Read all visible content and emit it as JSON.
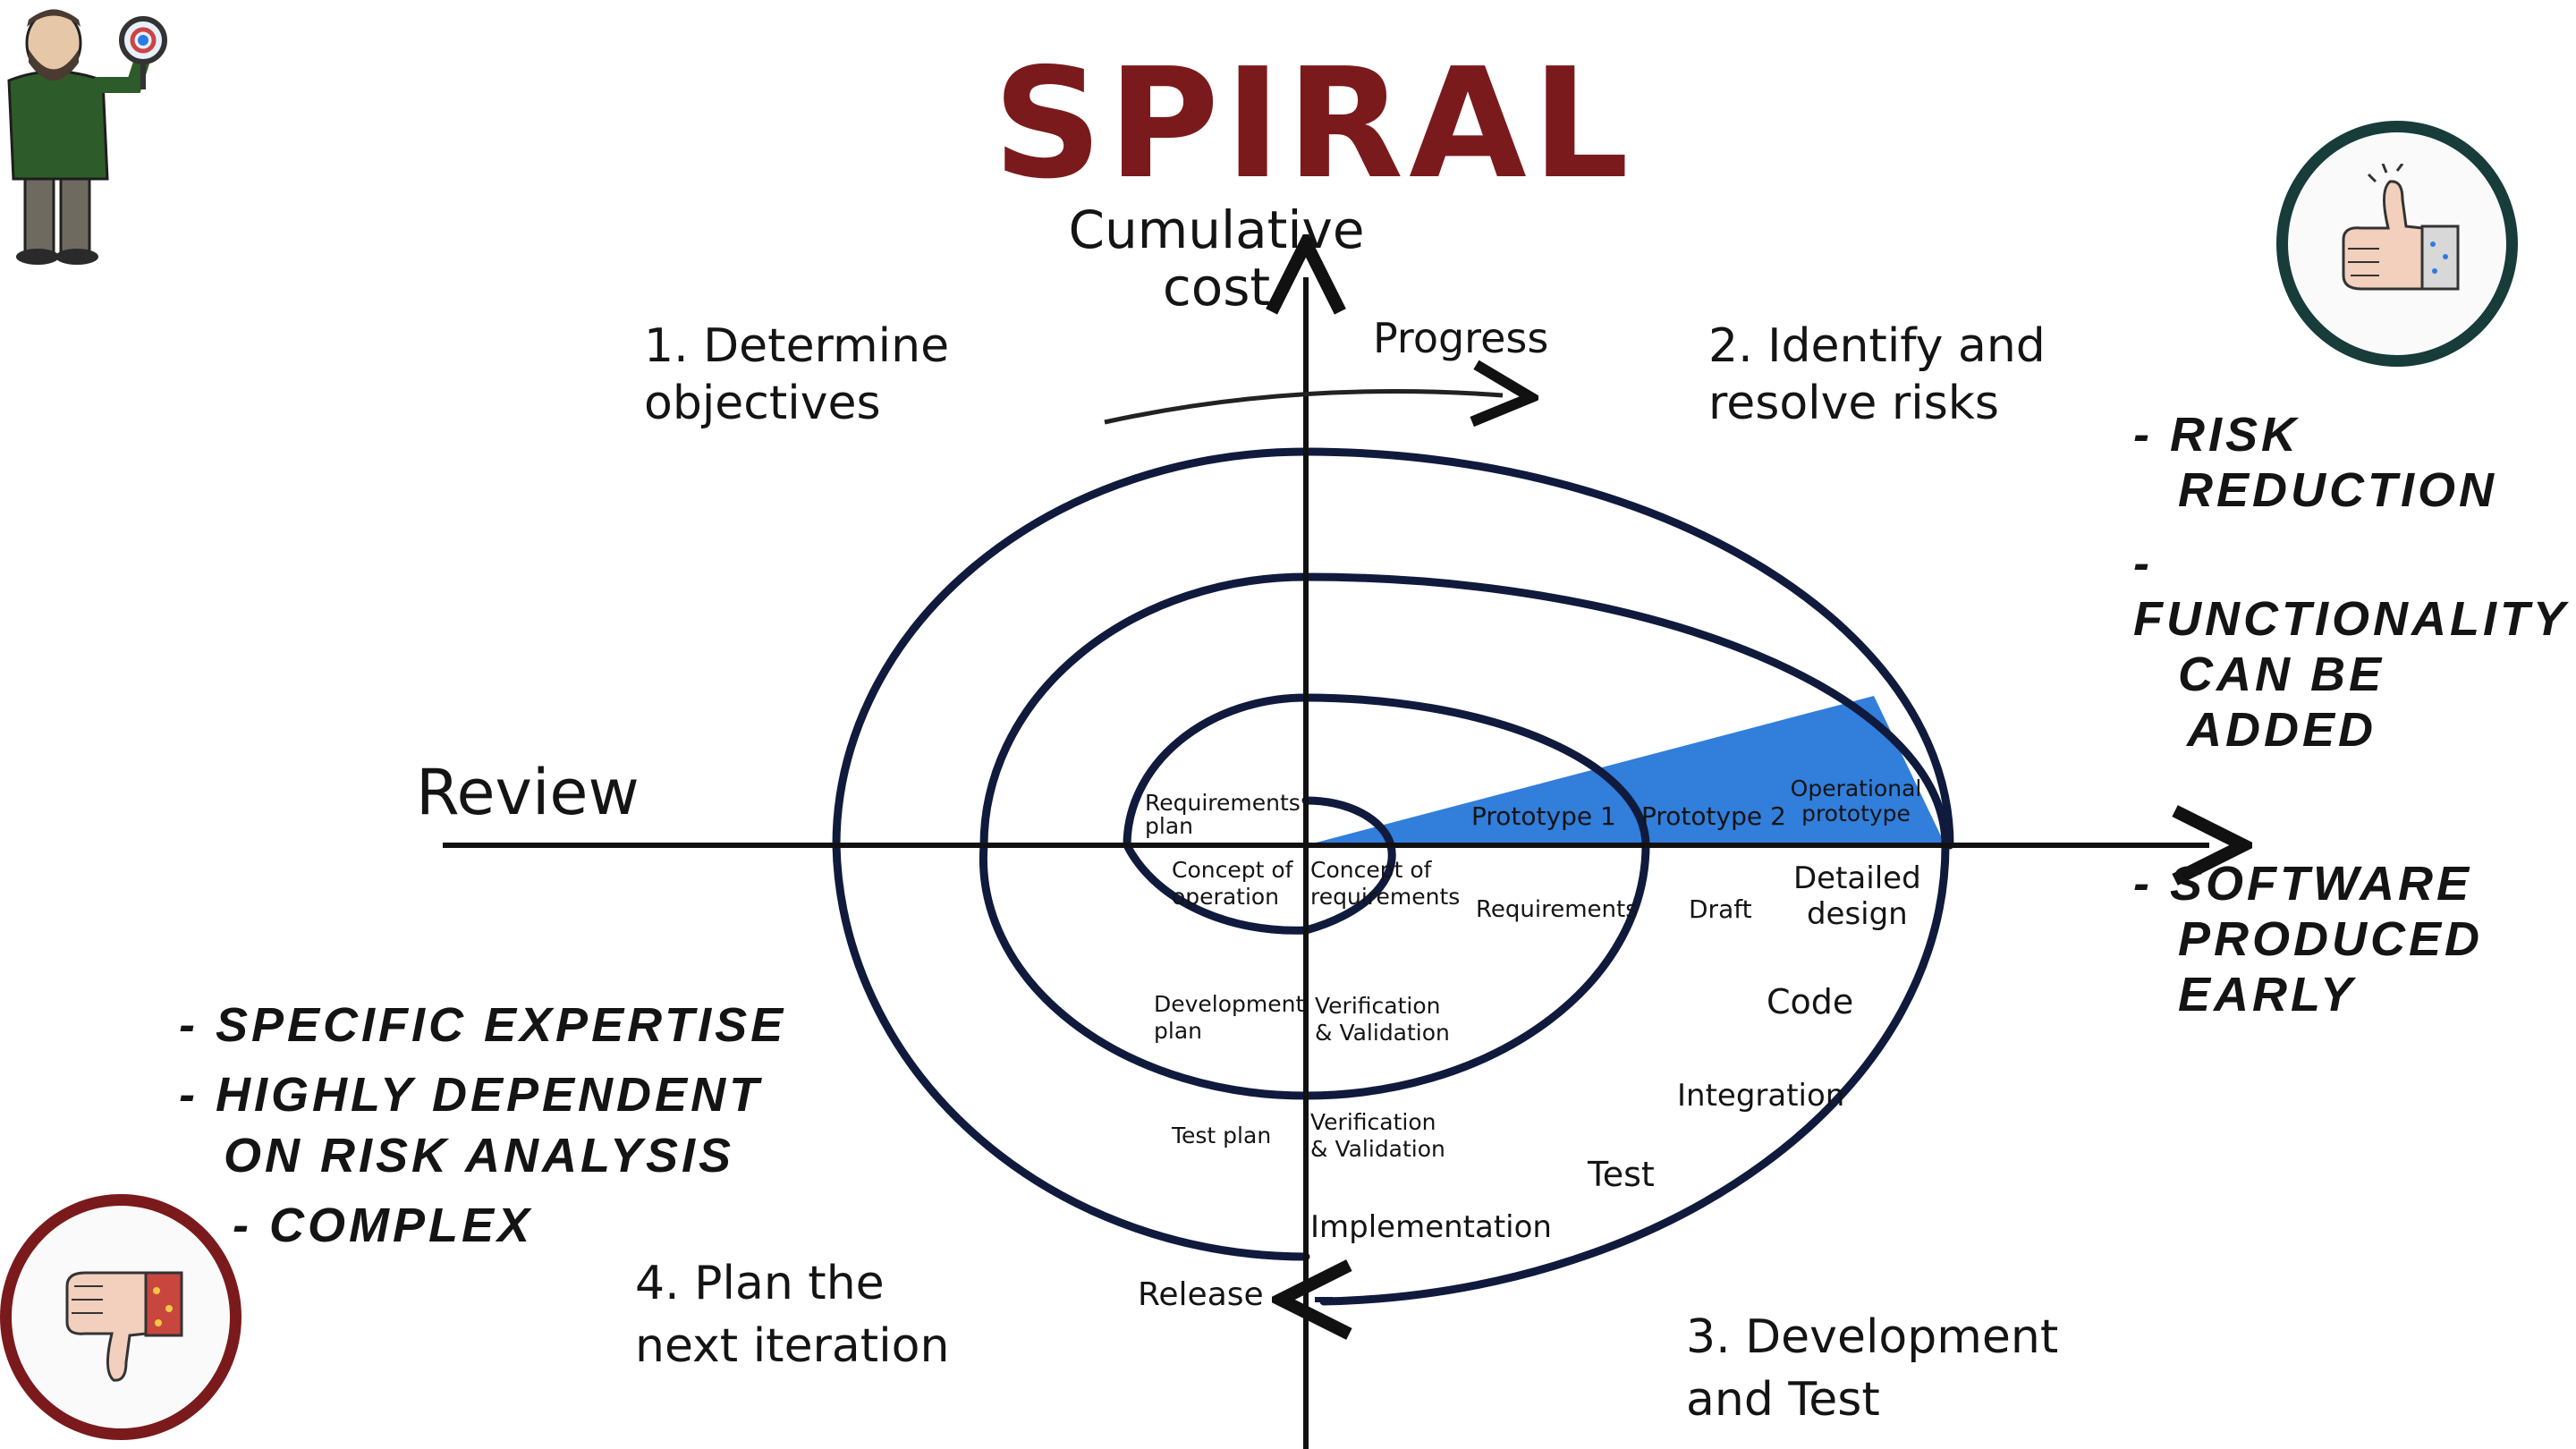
{
  "title": "SPIRAL",
  "colors": {
    "title": "#7b1a1c",
    "ink": "#0f1a3d",
    "fill": "#1f73d8",
    "pro_ring": "#173c3a",
    "con_ring": "#7b1a1c"
  },
  "axes": {
    "y_label": [
      "Cumulative",
      "cost"
    ],
    "x_label": "Review",
    "progress": "Progress"
  },
  "quadrants": {
    "q1": [
      "1. Determine",
      "objectives"
    ],
    "q2": [
      "2. Identify and",
      "resolve risks"
    ],
    "q3": [
      "3. Development",
      "and Test"
    ],
    "q4": [
      "4. Plan the",
      "next iteration"
    ]
  },
  "spiral": {
    "prototypes": [
      "Prototype 1",
      "Prototype 2",
      "Operational prototype"
    ],
    "upper_left": [
      "Requirements",
      "plan"
    ],
    "lower_left": [
      [
        "Concept of",
        "operation"
      ],
      [
        "Development",
        "plan"
      ],
      [
        "Test plan"
      ]
    ],
    "lower_right_center": [
      [
        "Concept of",
        "requirements"
      ],
      [
        "Verification",
        "& Validation"
      ],
      [
        "Verification",
        "& Validation"
      ]
    ],
    "lower_right_outer": {
      "requirements": "Requirements",
      "draft": "Draft",
      "detailed_design": [
        "Detailed",
        "design"
      ],
      "code": "Code",
      "integration": "Integration",
      "test": "Test",
      "implementation": "Implementation"
    },
    "release": "Release"
  },
  "pros": [
    [
      "- RISK",
      "REDUCTION"
    ],
    [
      "- FUNCTIONALITY",
      "CAN BE",
      "ADDED"
    ],
    [
      "- SOFTWARE",
      "PRODUCED",
      "EARLY"
    ]
  ],
  "cons": [
    [
      "- SPECIFIC EXPERTISE"
    ],
    [
      "- HIGHLY DEPENDENT",
      "ON RISK ANALYSIS"
    ],
    [
      "- COMPLEX"
    ]
  ],
  "icons": {
    "mascot": "teacher-with-magnifier-icon",
    "thumbs_up": "thumbs-up-icon",
    "thumbs_down": "thumbs-down-icon"
  }
}
